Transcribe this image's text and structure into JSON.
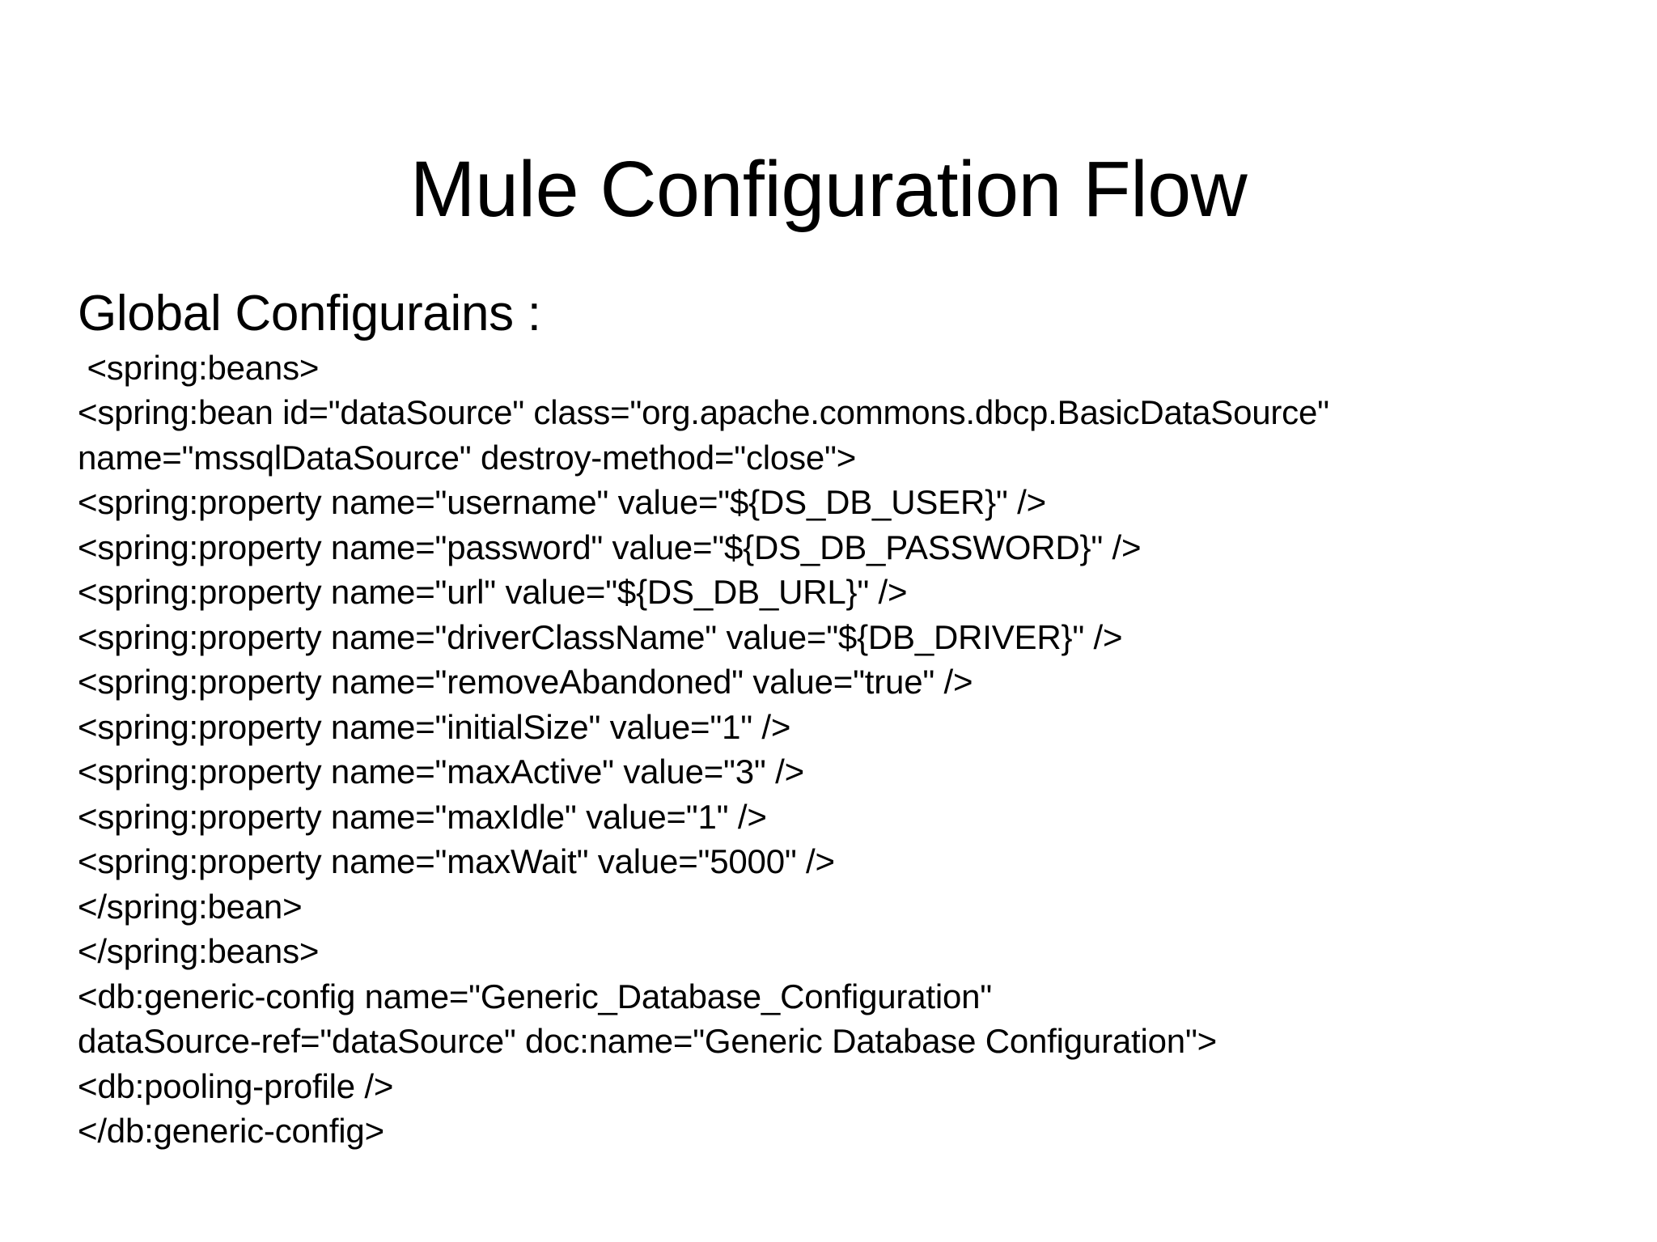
{
  "slide": {
    "title": "Mule Configuration Flow",
    "section_heading": "Global Configurains :",
    "background_color": "#ffffff",
    "text_color": "#000000",
    "code_lines": [
      " <spring:beans>",
      "<spring:bean id=\"dataSource\" class=\"org.apache.commons.dbcp.BasicDataSource\"",
      "name=\"mssqlDataSource\" destroy-method=\"close\">",
      "<spring:property name=\"username\" value=\"${DS_DB_USER}\" />",
      "<spring:property name=\"password\" value=\"${DS_DB_PASSWORD}\" />",
      "<spring:property name=\"url\" value=\"${DS_DB_URL}\" />",
      "<spring:property name=\"driverClassName\" value=\"${DB_DRIVER}\" />",
      "<spring:property name=\"removeAbandoned\" value=\"true\" />",
      "<spring:property name=\"initialSize\" value=\"1\" />",
      "<spring:property name=\"maxActive\" value=\"3\" />",
      "<spring:property name=\"maxIdle\" value=\"1\" />",
      "<spring:property name=\"maxWait\" value=\"5000\" />",
      "</spring:bean>",
      "</spring:beans>",
      "<db:generic-config name=\"Generic_Database_Configuration\"",
      "dataSource-ref=\"dataSource\" doc:name=\"Generic Database Configuration\">",
      "<db:pooling-profile />",
      "</db:generic-config>"
    ]
  }
}
